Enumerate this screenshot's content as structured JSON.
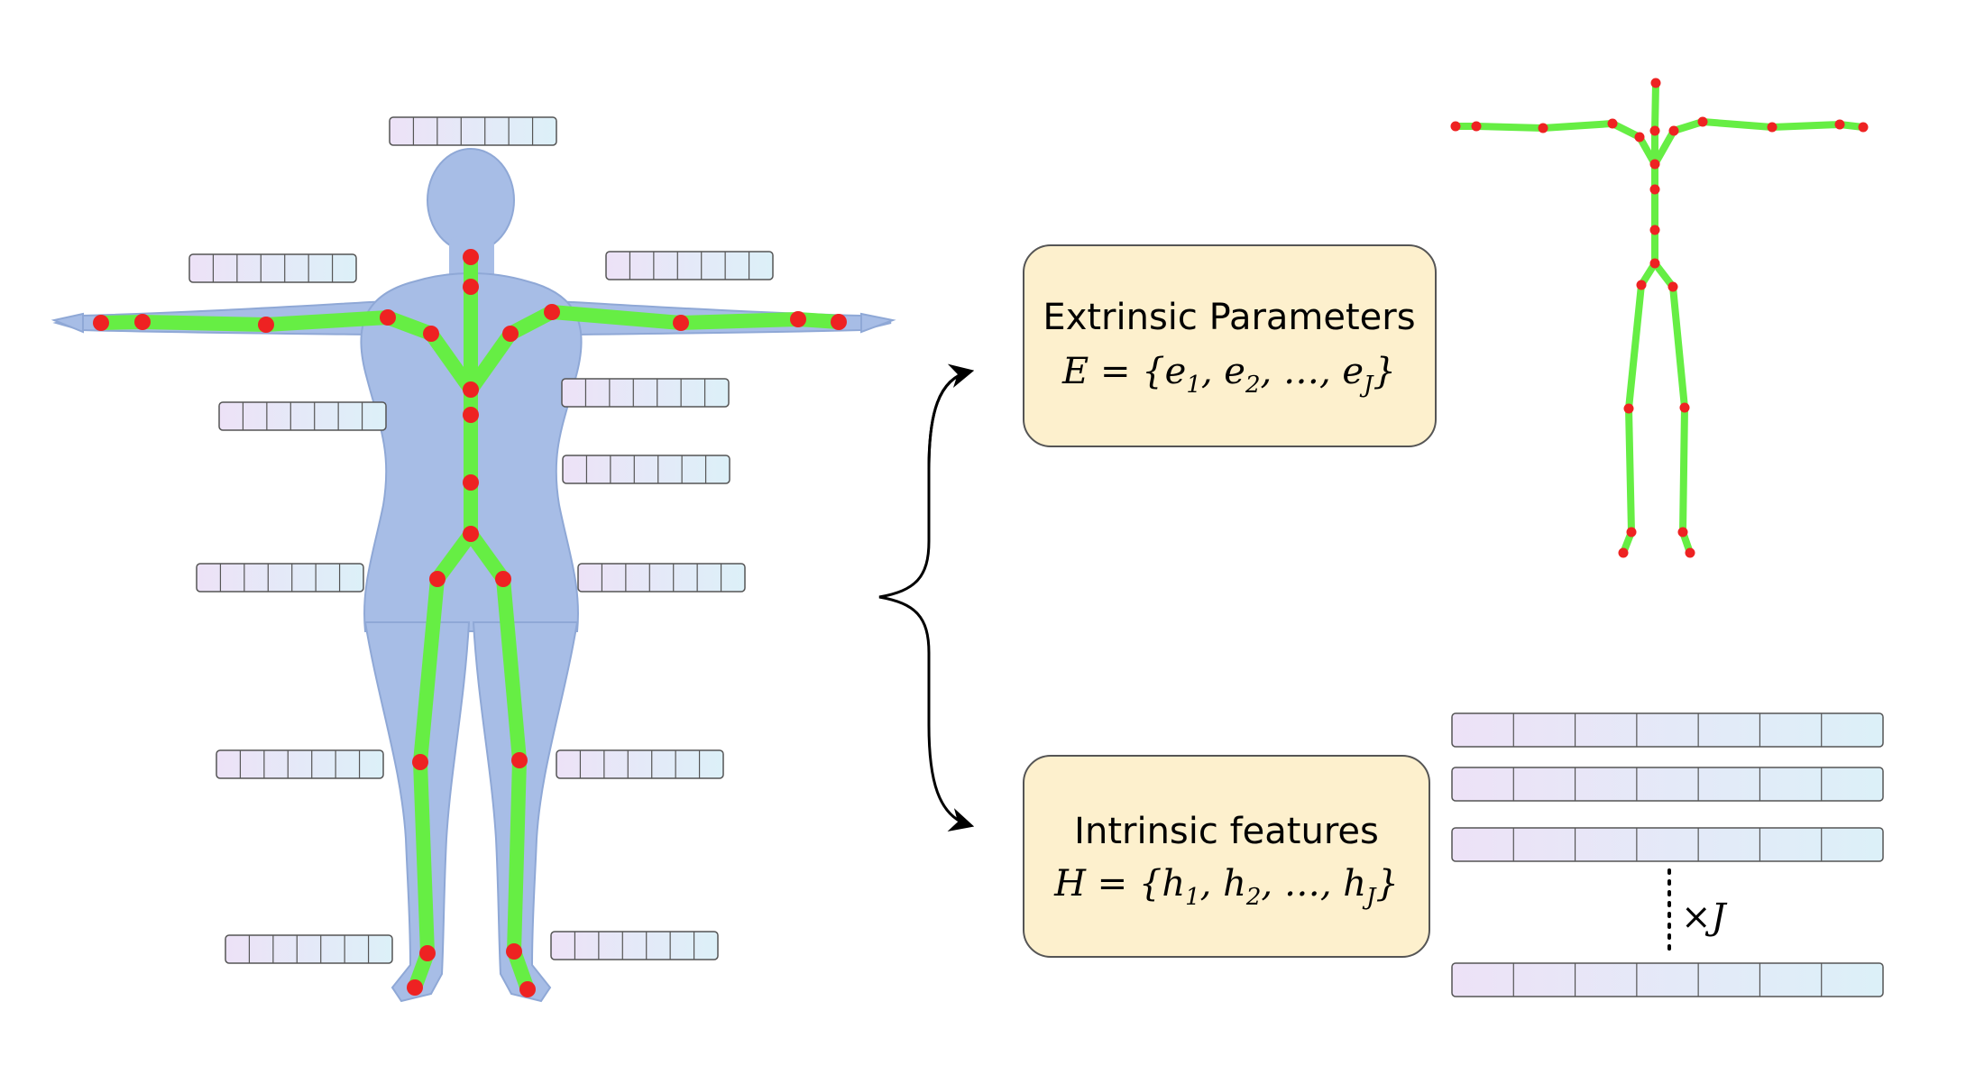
{
  "extrinsic": {
    "title": "Extrinsic Parameters",
    "formula": "E = {e₁, e₂, …, e_J}"
  },
  "intrinsic": {
    "title": "Intrinsic features",
    "formula": "H = {h₁, h₂, …, h_J}"
  },
  "repeat_label": "×J",
  "colors": {
    "box_fill": "#fdf0cd",
    "box_stroke": "#555555",
    "bone": "#66ee44",
    "joint": "#ee2222",
    "body": "#a7bde6",
    "body_stroke": "#8fa8d6",
    "cell_start": "#ece3f7",
    "cell_end": "#dff0f7",
    "cell_stroke": "#555555"
  }
}
